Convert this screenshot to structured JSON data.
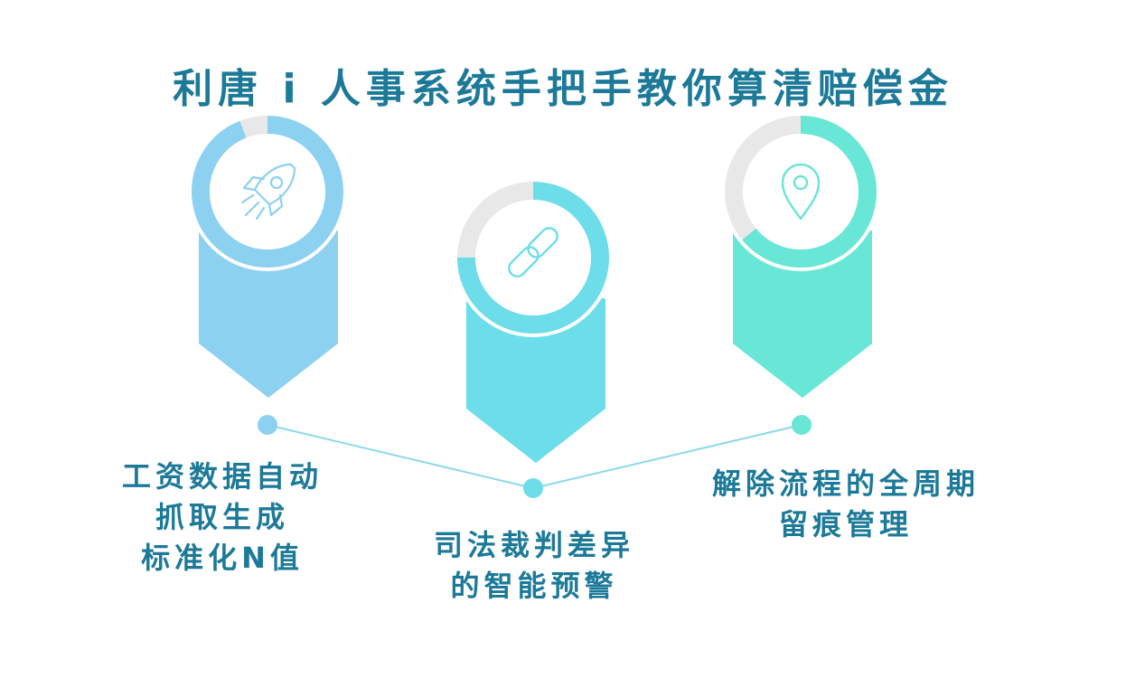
{
  "title": "利唐 i 人事系统手把手教你算清赔偿金",
  "colors": {
    "text": "#1c7a98",
    "item1": "#8dd1f0",
    "item2": "#6cdde9",
    "item3": "#68e6d6",
    "track": "#e8e8e8",
    "connector": "#8dd8ea"
  },
  "items": [
    {
      "icon": "rocket-icon",
      "progress": 0.94,
      "lines": [
        "工资数据自动",
        "抓取生成",
        "标准化N值"
      ]
    },
    {
      "icon": "link-icon",
      "progress": 0.75,
      "lines": [
        "司法裁判差异",
        "的智能预警"
      ]
    },
    {
      "icon": "location-pin-icon",
      "progress": 0.64,
      "lines": [
        "解除流程的全周期",
        "留痕管理"
      ]
    }
  ]
}
